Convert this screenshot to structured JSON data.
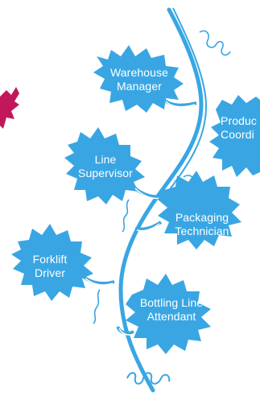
{
  "colors": {
    "leaf": "#39a6e3",
    "vine": "#39a6e3",
    "accent": "#c2185b",
    "label_text": "#ffffff"
  },
  "leaves": [
    {
      "id": "warehouse-manager",
      "label": "Warehouse\nManager"
    },
    {
      "id": "production-coordinator",
      "label": "Produc\nCoordi"
    },
    {
      "id": "line-supervisor",
      "label": "Line\nSupervisor"
    },
    {
      "id": "packaging-technician",
      "label": "Packaging\nTechnician"
    },
    {
      "id": "forklift-driver",
      "label": "Forklift\nDriver"
    },
    {
      "id": "bottling-line-attendant",
      "label": "Bottling Line\nAttendant"
    }
  ]
}
